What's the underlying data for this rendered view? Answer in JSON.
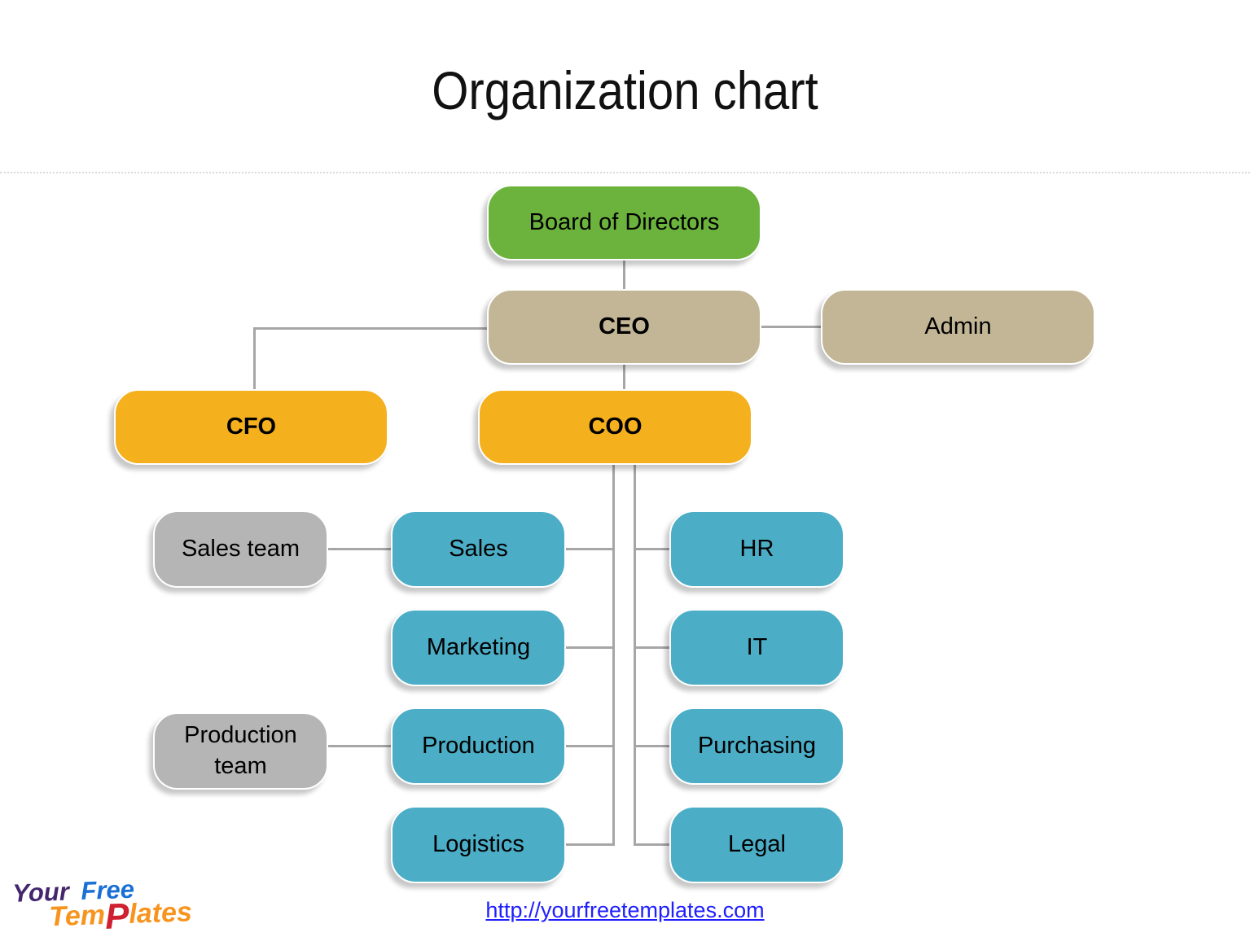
{
  "title": "Organization chart",
  "nodes": {
    "board": {
      "label": "Board of Directors"
    },
    "ceo": {
      "label": "CEO"
    },
    "admin": {
      "label": "Admin"
    },
    "cfo": {
      "label": "CFO"
    },
    "coo": {
      "label": "COO"
    },
    "sales_team": {
      "label": "Sales team"
    },
    "sales": {
      "label": "Sales"
    },
    "hr": {
      "label": "HR"
    },
    "marketing": {
      "label": "Marketing"
    },
    "it": {
      "label": "IT"
    },
    "production_team": {
      "label": "Production team"
    },
    "production": {
      "label": "Production"
    },
    "purchasing": {
      "label": "Purchasing"
    },
    "logistics": {
      "label": "Logistics"
    },
    "legal": {
      "label": "Legal"
    }
  },
  "colors": {
    "board_green": "#6cb33e",
    "executive_tan": "#c2b696",
    "officer_yellow": "#f5b01e",
    "department_blue": "#4badc6",
    "team_gray": "#b5b5b5",
    "connector_gray": "#a6a6a6",
    "link_blue": "#2020ff"
  },
  "footer": {
    "link_text": "http://yourfreetemplates.com",
    "link_href": "http://yourfreetemplates.com"
  },
  "logo": {
    "your": "Your",
    "free": "Free",
    "tem": "Tem",
    "p": "P",
    "lates": "lates"
  }
}
